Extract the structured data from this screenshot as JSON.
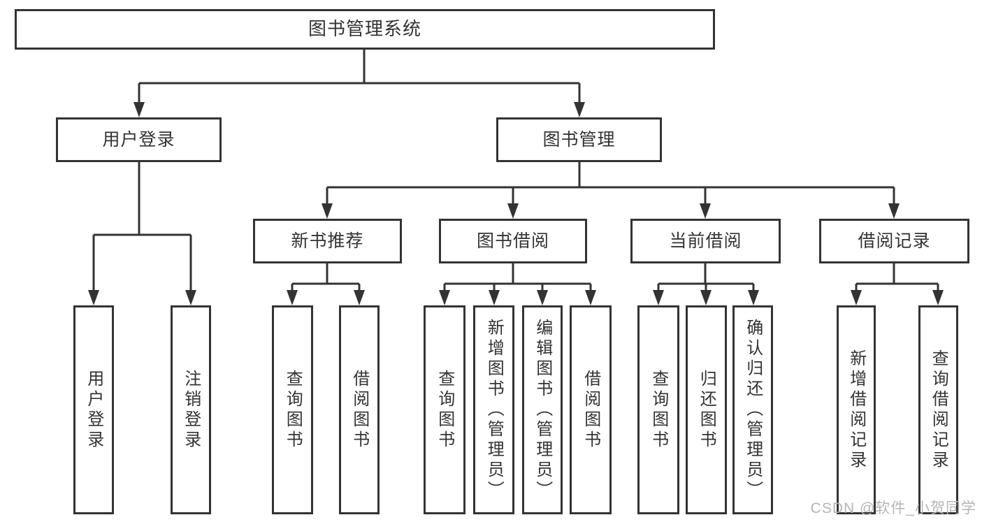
{
  "diagram": {
    "root": {
      "label": "图书管理系统"
    },
    "branches": [
      {
        "label": "用户登录",
        "children": [
          {
            "label": "用户登录"
          },
          {
            "label": "注销登录"
          }
        ]
      },
      {
        "label": "图书管理",
        "children": [
          {
            "label": "新书推荐",
            "children": [
              {
                "label": "查询图书"
              },
              {
                "label": "借阅图书"
              }
            ]
          },
          {
            "label": "图书借阅",
            "children": [
              {
                "label": "查询图书"
              },
              {
                "label": "新增图书（管理员）"
              },
              {
                "label": "编辑图书（管理员）"
              },
              {
                "label": "借阅图书"
              }
            ]
          },
          {
            "label": "当前借阅",
            "children": [
              {
                "label": "查询图书"
              },
              {
                "label": "归还图书"
              },
              {
                "label": "确认归还（管理员）"
              }
            ]
          },
          {
            "label": "借阅记录",
            "children": [
              {
                "label": "新增借阅记录"
              },
              {
                "label": "查询借阅记录"
              }
            ]
          }
        ]
      }
    ]
  },
  "watermark": "CSDN @软件_小贺同学",
  "colors": {
    "line": "#333333",
    "text": "#333333",
    "box_background": "#ffffff",
    "watermark": "#b5b5b5",
    "page_background": "#ffffff"
  }
}
